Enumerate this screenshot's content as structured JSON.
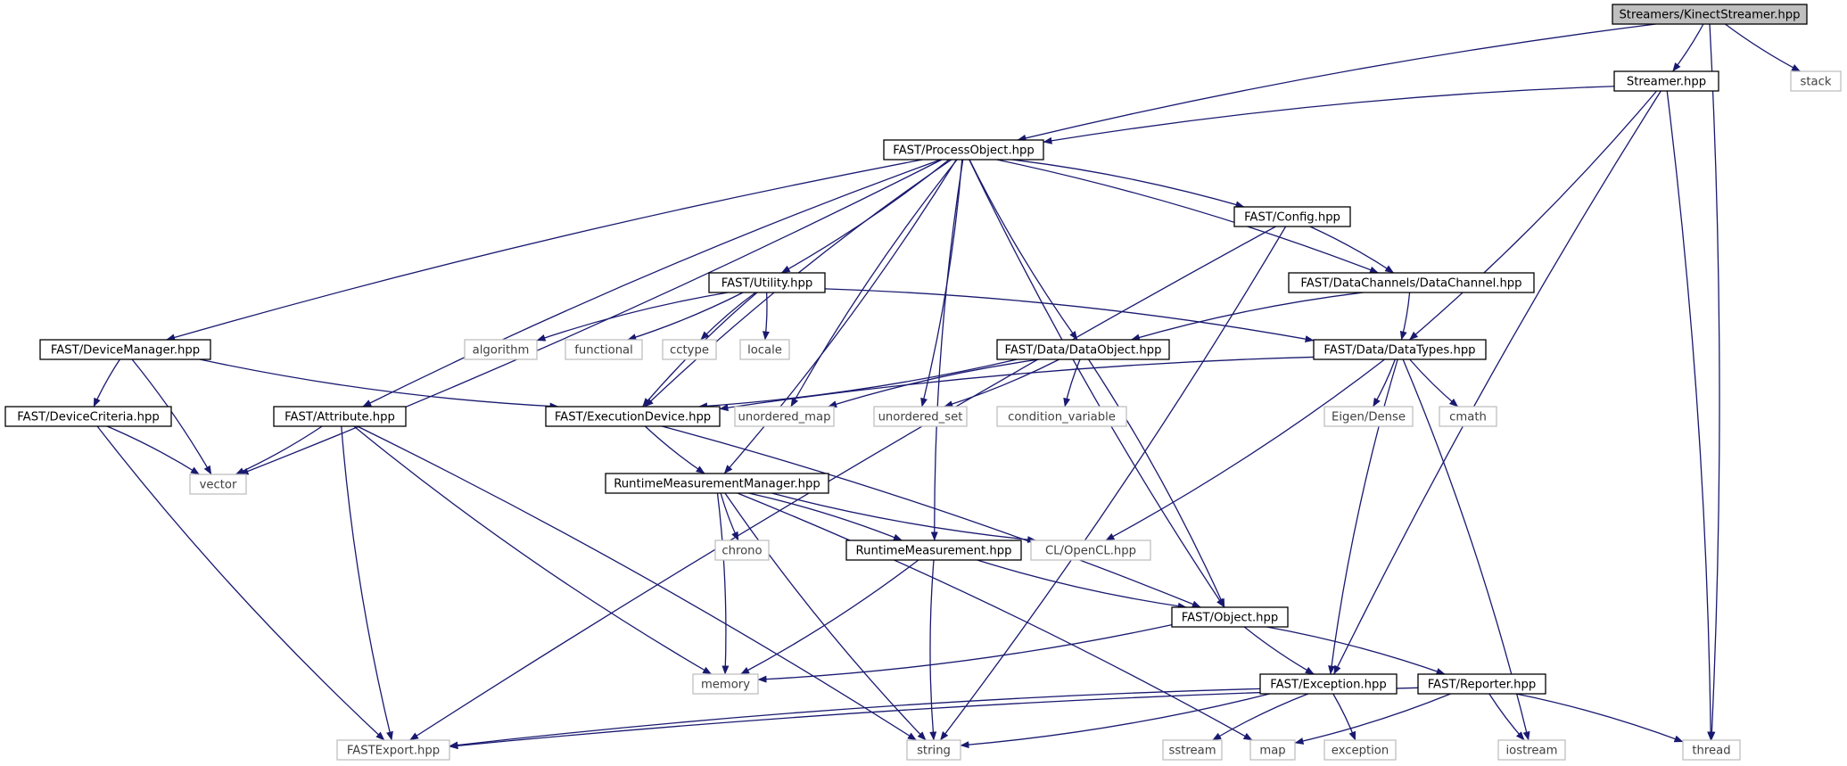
{
  "colors": {
    "edge": "#191970",
    "root_fill": "#bfbfbf",
    "node_border": "#000000",
    "external_border": "#bfbfbf",
    "external_text": "#404040",
    "text": "#000000"
  },
  "nodes": [
    {
      "id": "kinectstreamer",
      "label": "Streamers/KinectStreamer.hpp",
      "kind": "root"
    },
    {
      "id": "stack",
      "label": "stack",
      "kind": "external"
    },
    {
      "id": "streamer",
      "label": "Streamer.hpp",
      "kind": "internal"
    },
    {
      "id": "processobject",
      "label": "FAST/ProcessObject.hpp",
      "kind": "internal"
    },
    {
      "id": "config",
      "label": "FAST/Config.hpp",
      "kind": "internal"
    },
    {
      "id": "utility",
      "label": "FAST/Utility.hpp",
      "kind": "internal"
    },
    {
      "id": "datachannel",
      "label": "FAST/DataChannels/DataChannel.hpp",
      "kind": "internal"
    },
    {
      "id": "devicemanager",
      "label": "FAST/DeviceManager.hpp",
      "kind": "internal"
    },
    {
      "id": "algorithm",
      "label": "algorithm",
      "kind": "external"
    },
    {
      "id": "functional",
      "label": "functional",
      "kind": "external"
    },
    {
      "id": "cctype",
      "label": "cctype",
      "kind": "external"
    },
    {
      "id": "locale",
      "label": "locale",
      "kind": "external"
    },
    {
      "id": "dataobject",
      "label": "FAST/Data/DataObject.hpp",
      "kind": "internal"
    },
    {
      "id": "datatypes",
      "label": "FAST/Data/DataTypes.hpp",
      "kind": "internal"
    },
    {
      "id": "devicecriteria",
      "label": "FAST/DeviceCriteria.hpp",
      "kind": "internal"
    },
    {
      "id": "attribute",
      "label": "FAST/Attribute.hpp",
      "kind": "internal"
    },
    {
      "id": "executiondevice",
      "label": "FAST/ExecutionDevice.hpp",
      "kind": "internal"
    },
    {
      "id": "unordered_map",
      "label": "unordered_map",
      "kind": "external"
    },
    {
      "id": "unordered_set",
      "label": "unordered_set",
      "kind": "external"
    },
    {
      "id": "condition_variable",
      "label": "condition_variable",
      "kind": "external"
    },
    {
      "id": "eigendense",
      "label": "Eigen/Dense",
      "kind": "external"
    },
    {
      "id": "cmath",
      "label": "cmath",
      "kind": "external"
    },
    {
      "id": "vector",
      "label": "vector",
      "kind": "external"
    },
    {
      "id": "rtmm",
      "label": "RuntimeMeasurementManager.hpp",
      "kind": "internal"
    },
    {
      "id": "chrono",
      "label": "chrono",
      "kind": "external"
    },
    {
      "id": "rtm",
      "label": "RuntimeMeasurement.hpp",
      "kind": "internal"
    },
    {
      "id": "opencl",
      "label": "CL/OpenCL.hpp",
      "kind": "external"
    },
    {
      "id": "object",
      "label": "FAST/Object.hpp",
      "kind": "internal"
    },
    {
      "id": "memory",
      "label": "memory",
      "kind": "external"
    },
    {
      "id": "exception_hpp",
      "label": "FAST/Exception.hpp",
      "kind": "internal"
    },
    {
      "id": "reporter",
      "label": "FAST/Reporter.hpp",
      "kind": "internal"
    },
    {
      "id": "fastexport",
      "label": "FASTExport.hpp",
      "kind": "external"
    },
    {
      "id": "string",
      "label": "string",
      "kind": "external"
    },
    {
      "id": "sstream",
      "label": "sstream",
      "kind": "external"
    },
    {
      "id": "map",
      "label": "map",
      "kind": "external"
    },
    {
      "id": "exception",
      "label": "exception",
      "kind": "external"
    },
    {
      "id": "iostream",
      "label": "iostream",
      "kind": "external"
    },
    {
      "id": "thread",
      "label": "thread",
      "kind": "external"
    }
  ],
  "edges": [
    [
      "kinectstreamer",
      "processobject"
    ],
    [
      "kinectstreamer",
      "streamer"
    ],
    [
      "kinectstreamer",
      "stack"
    ],
    [
      "kinectstreamer",
      "thread"
    ],
    [
      "streamer",
      "processobject"
    ],
    [
      "streamer",
      "datatypes"
    ],
    [
      "streamer",
      "exception_hpp"
    ],
    [
      "streamer",
      "thread"
    ],
    [
      "processobject",
      "devicemanager"
    ],
    [
      "processobject",
      "vector"
    ],
    [
      "processobject",
      "attribute"
    ],
    [
      "processobject",
      "rtmm"
    ],
    [
      "processobject",
      "executiondevice"
    ],
    [
      "processobject",
      "utility"
    ],
    [
      "processobject",
      "unordered_map"
    ],
    [
      "processobject",
      "unordered_set"
    ],
    [
      "processobject",
      "dataobject"
    ],
    [
      "processobject",
      "config"
    ],
    [
      "processobject",
      "rtm"
    ],
    [
      "processobject",
      "datachannel"
    ],
    [
      "processobject",
      "object"
    ],
    [
      "config",
      "datachannel"
    ],
    [
      "config",
      "fastexport"
    ],
    [
      "config",
      "string"
    ],
    [
      "utility",
      "algorithm"
    ],
    [
      "utility",
      "functional"
    ],
    [
      "utility",
      "cctype"
    ],
    [
      "utility",
      "locale"
    ],
    [
      "utility",
      "executiondevice"
    ],
    [
      "utility",
      "datatypes"
    ],
    [
      "datachannel",
      "dataobject"
    ],
    [
      "datachannel",
      "datatypes"
    ],
    [
      "devicemanager",
      "devicecriteria"
    ],
    [
      "devicemanager",
      "vector"
    ],
    [
      "devicemanager",
      "executiondevice"
    ],
    [
      "devicecriteria",
      "vector"
    ],
    [
      "devicecriteria",
      "fastexport"
    ],
    [
      "attribute",
      "vector"
    ],
    [
      "attribute",
      "fastexport"
    ],
    [
      "attribute",
      "string"
    ],
    [
      "attribute",
      "memory"
    ],
    [
      "dataobject",
      "executiondevice"
    ],
    [
      "dataobject",
      "unordered_map"
    ],
    [
      "dataobject",
      "unordered_set"
    ],
    [
      "dataobject",
      "condition_variable"
    ],
    [
      "dataobject",
      "object"
    ],
    [
      "datatypes",
      "executiondevice"
    ],
    [
      "datatypes",
      "eigendense"
    ],
    [
      "datatypes",
      "cmath"
    ],
    [
      "datatypes",
      "opencl"
    ],
    [
      "datatypes",
      "exception_hpp"
    ],
    [
      "datatypes",
      "iostream"
    ],
    [
      "executiondevice",
      "rtmm"
    ],
    [
      "executiondevice",
      "object"
    ],
    [
      "rtmm",
      "chrono"
    ],
    [
      "rtmm",
      "rtm"
    ],
    [
      "rtmm",
      "opencl"
    ],
    [
      "rtmm",
      "memory"
    ],
    [
      "rtmm",
      "string"
    ],
    [
      "rtmm",
      "map"
    ],
    [
      "rtm",
      "object"
    ],
    [
      "rtm",
      "memory"
    ],
    [
      "rtm",
      "string"
    ],
    [
      "object",
      "memory"
    ],
    [
      "object",
      "exception_hpp"
    ],
    [
      "object",
      "reporter"
    ],
    [
      "exception_hpp",
      "fastexport"
    ],
    [
      "exception_hpp",
      "string"
    ],
    [
      "exception_hpp",
      "sstream"
    ],
    [
      "exception_hpp",
      "exception"
    ],
    [
      "reporter",
      "fastexport"
    ],
    [
      "reporter",
      "map"
    ],
    [
      "reporter",
      "iostream"
    ],
    [
      "reporter",
      "thread"
    ]
  ]
}
